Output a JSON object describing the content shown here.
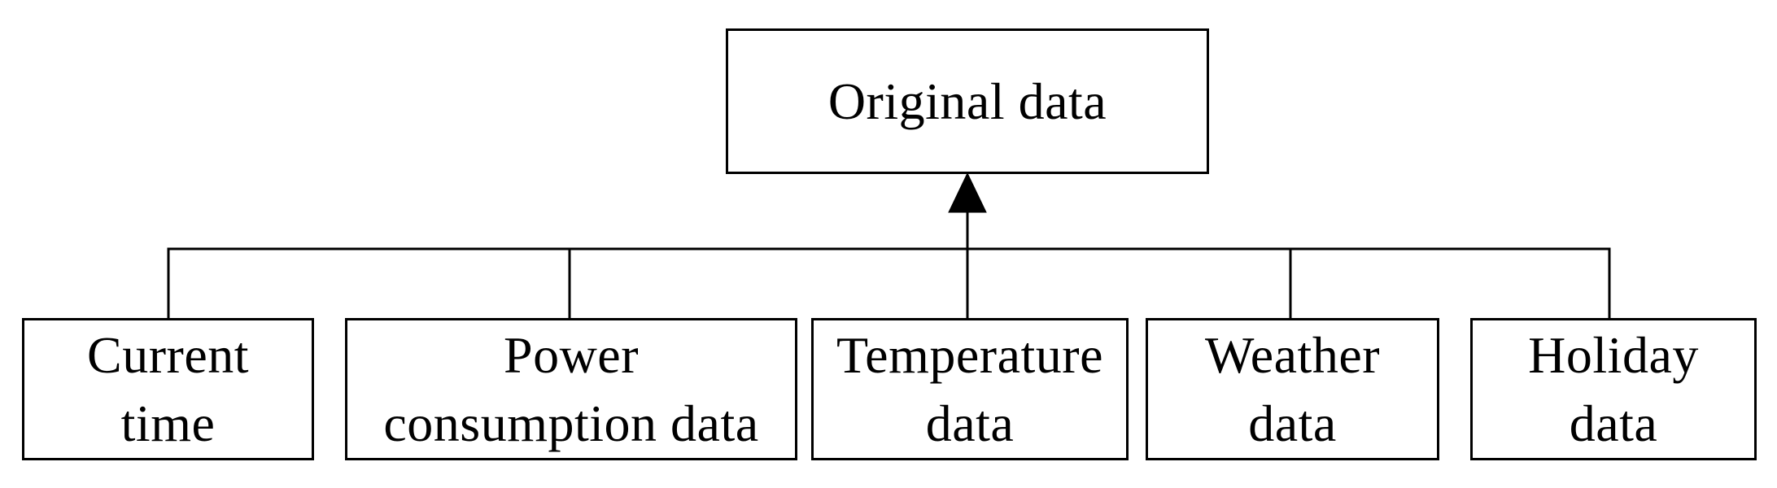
{
  "diagram": {
    "title": "data sources tree",
    "root": {
      "label": "Original data"
    },
    "children": [
      {
        "label": "Current\ntime"
      },
      {
        "label": "Power\nconsumption data"
      },
      {
        "label": "Temperature\ndata"
      },
      {
        "label": "Weather\ndata"
      },
      {
        "label": "Holiday\ndata"
      }
    ],
    "colors": {
      "line": "#000000",
      "text": "#000000",
      "background": "#ffffff"
    },
    "arrow": {
      "direction": "up",
      "meaning": "children feed into original data"
    }
  }
}
